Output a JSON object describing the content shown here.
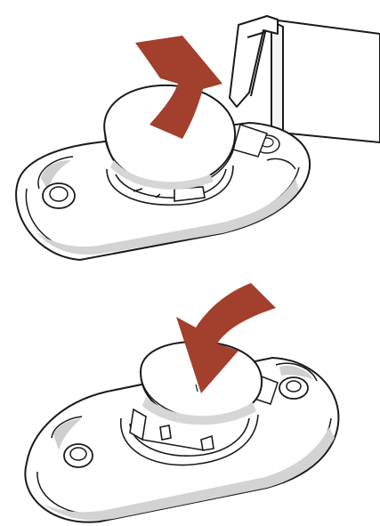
{
  "figure": {
    "panels": [
      {
        "id": "step-remove",
        "arrow_direction": "counterclockwise-up"
      },
      {
        "id": "step-attach",
        "arrow_direction": "clockwise-down"
      }
    ],
    "colors": {
      "background": "#ffffff",
      "outline": "#1a1a1a",
      "shade": "#c9c9c9",
      "arrow": "#a33f2d"
    },
    "icons": [
      "clip-base-icon",
      "cap-icon",
      "strap-icon",
      "rotate-arrow-icon"
    ]
  }
}
